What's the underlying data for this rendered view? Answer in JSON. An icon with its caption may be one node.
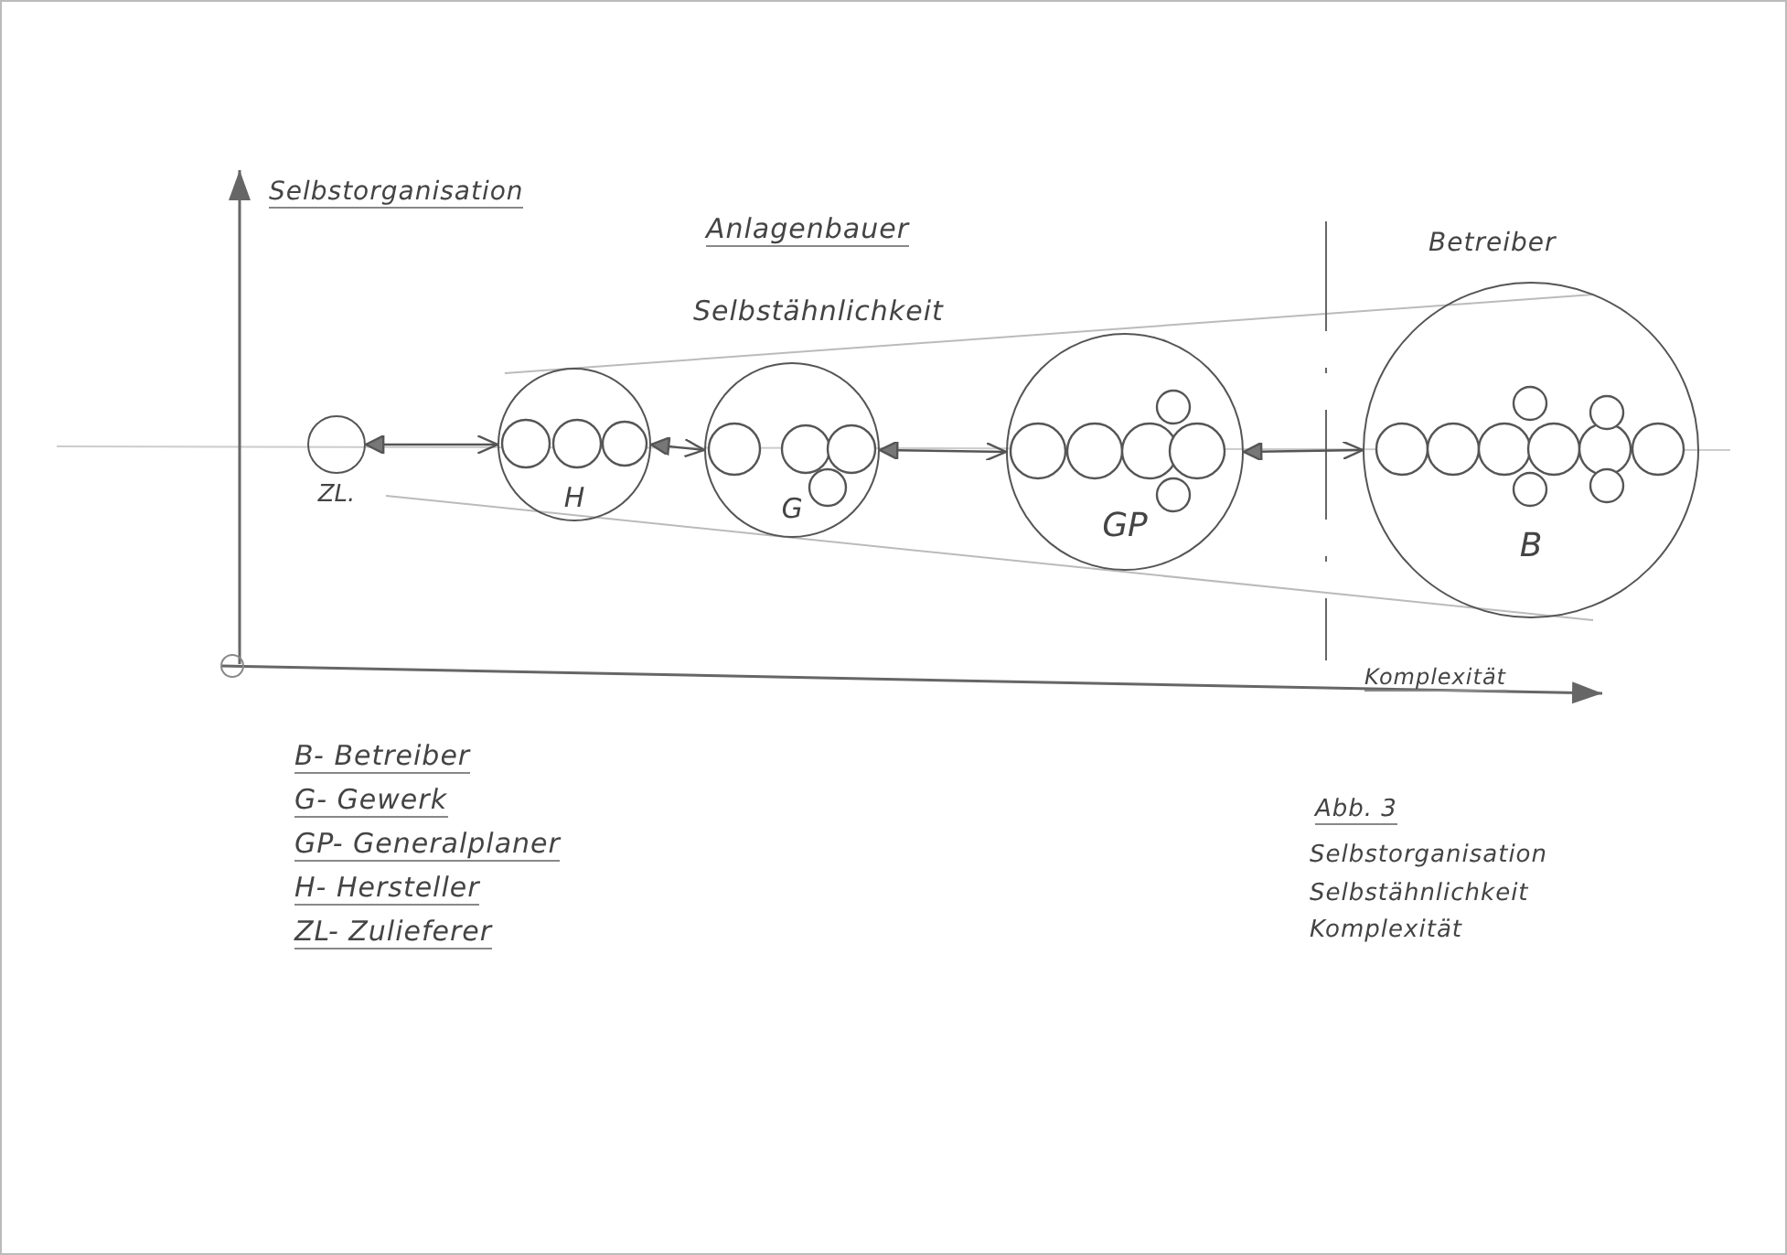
{
  "diagram": {
    "nodes": [
      {
        "text": [
          "ZL."
        ]
      },
      {
        "text": [
          "H"
        ]
      },
      {
        "text": [
          "G"
        ]
      },
      {
        "text": [
          "GP"
        ]
      },
      {
        "text": [
          "B"
        ]
      }
    ],
    "edges": [
      {
        "from": 0,
        "to": 1,
        "arrow": "both"
      },
      {
        "from": 1,
        "to": 2,
        "arrow": "both"
      },
      {
        "from": 2,
        "to": 3,
        "arrow": "both"
      },
      {
        "from": 3,
        "to": 4,
        "arrow": "both"
      }
    ],
    "labels": [
      "Selbstorganisation",
      "Anlagenbauer",
      "Betreiber",
      "Selbstähnlichkeit",
      "Komplexität",
      "B- Betreiber",
      "G- Gewerk",
      "GP- Generalplaner",
      "H- Hersteller",
      "ZL- Zulieferer",
      "Abb. 3",
      "Selbstorganisation",
      "Selbstähnlichkeit",
      "Komplexität"
    ]
  }
}
